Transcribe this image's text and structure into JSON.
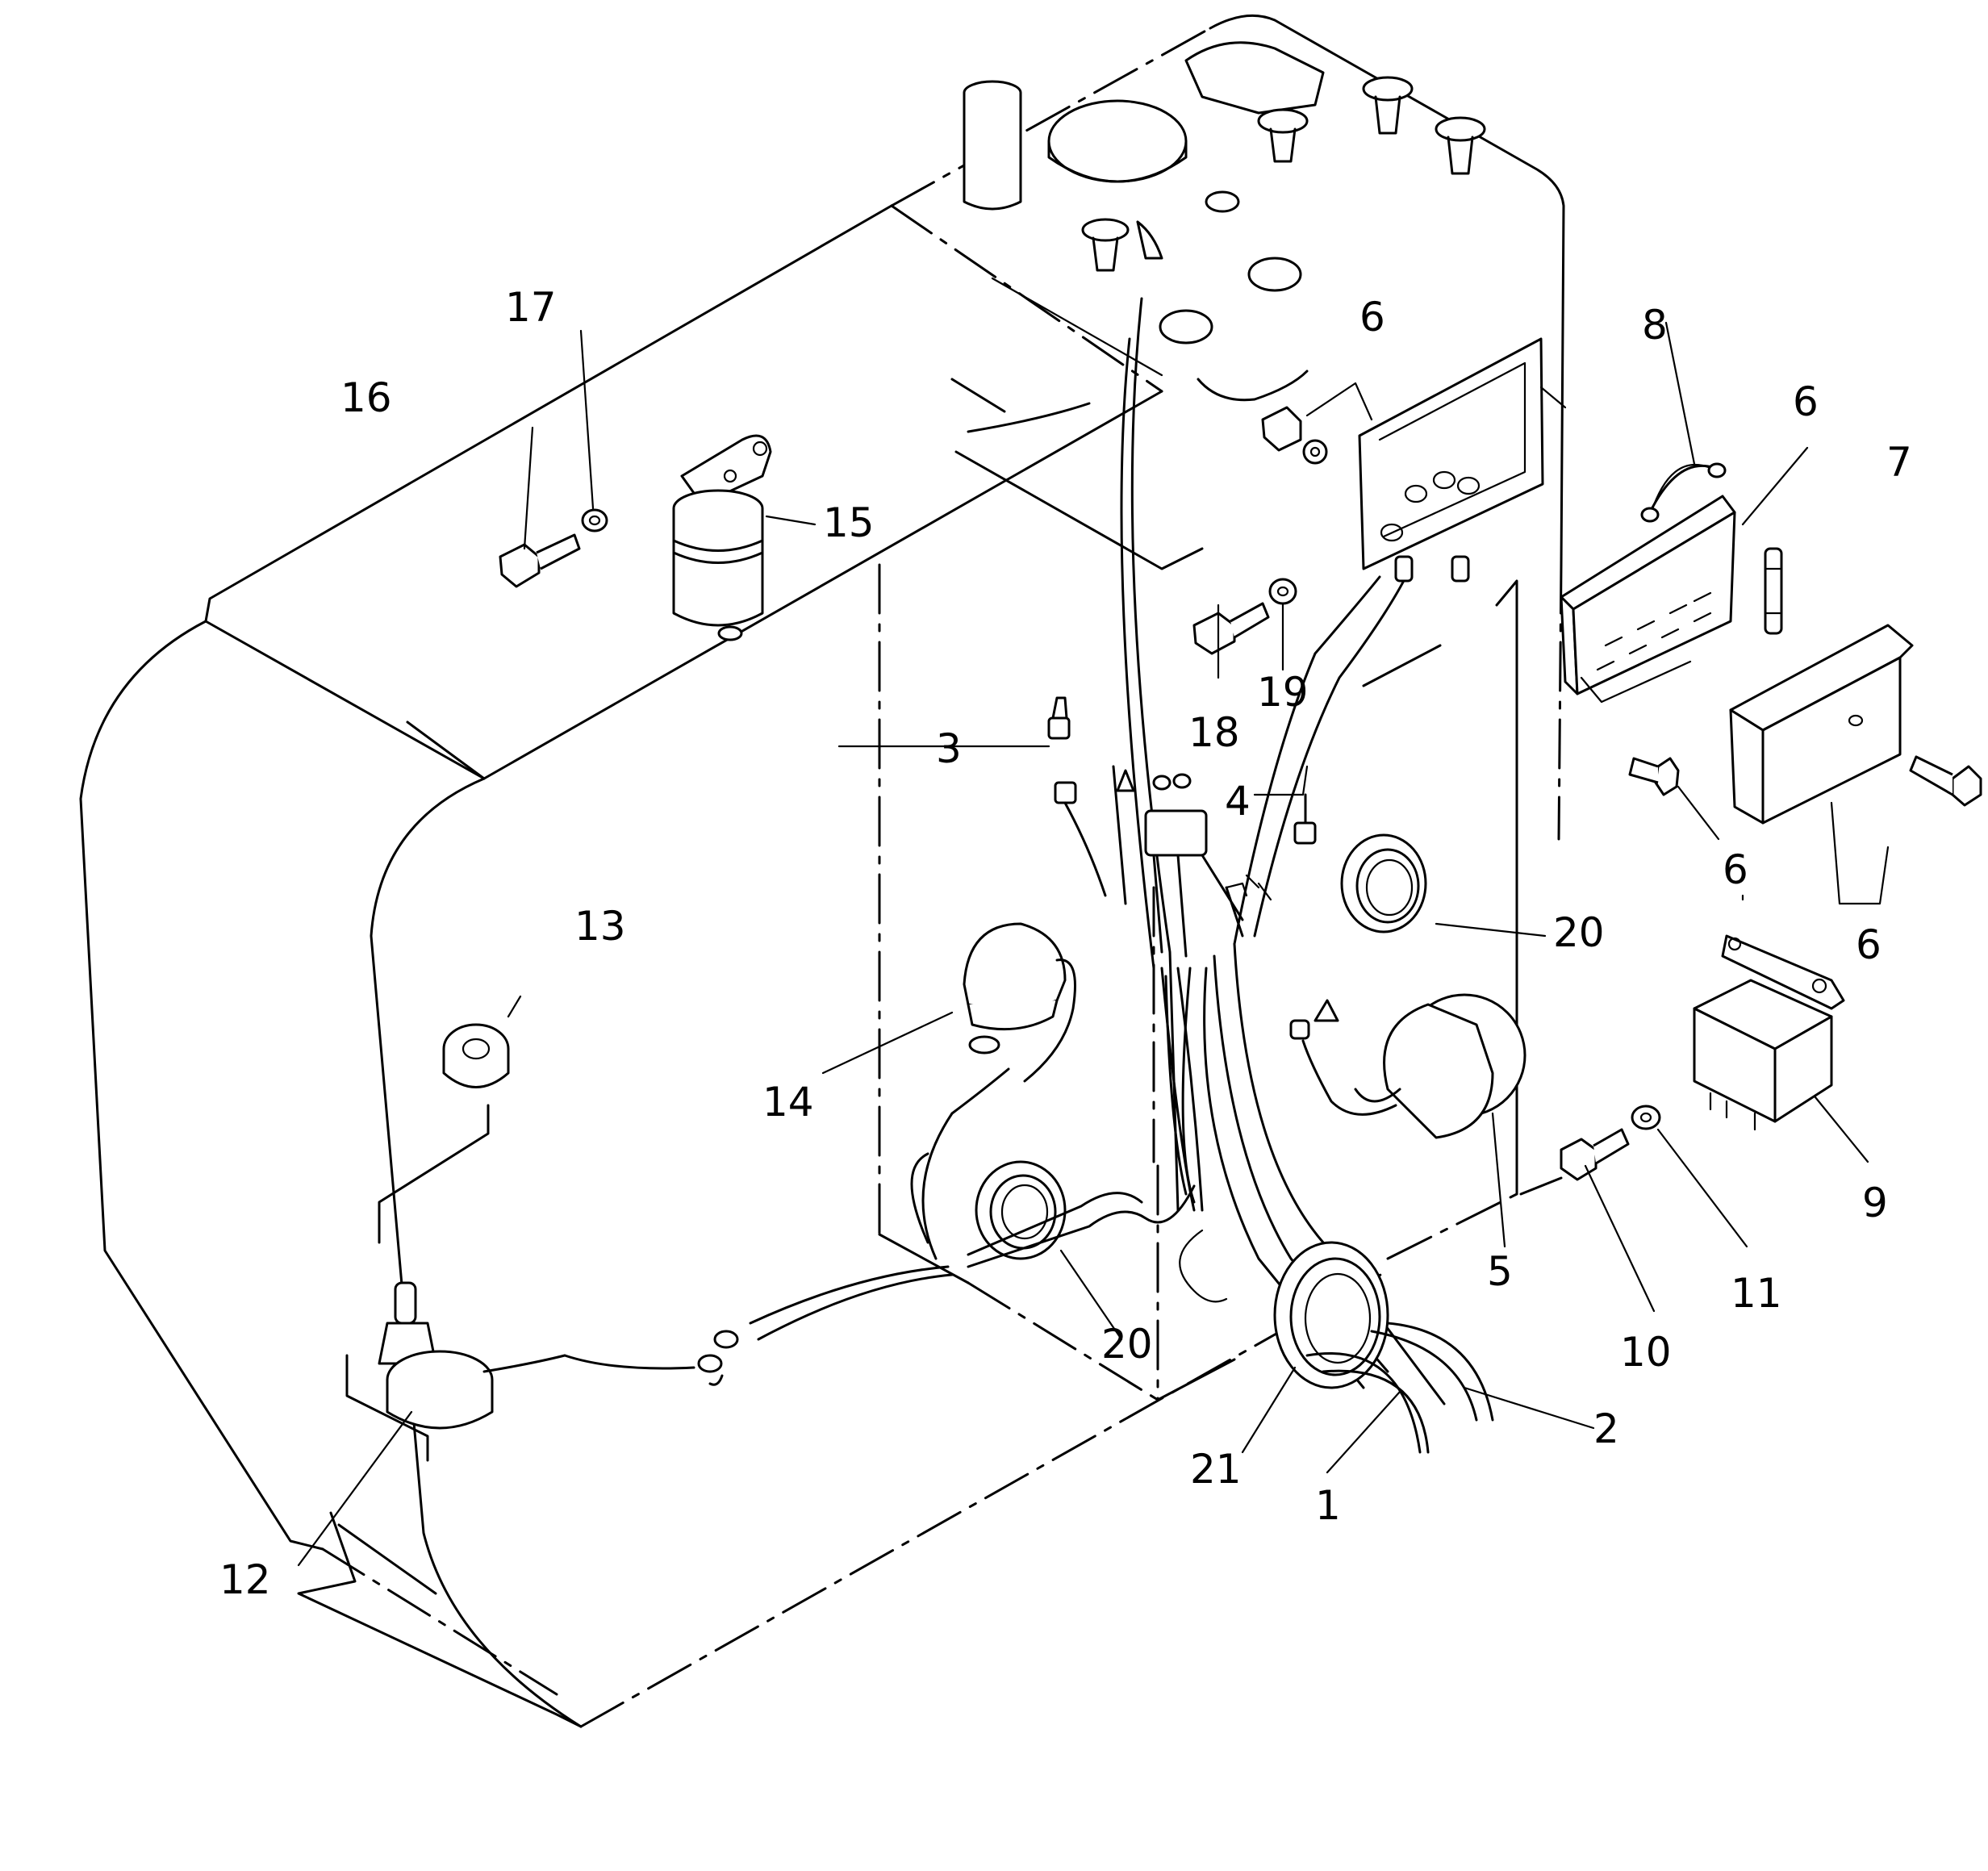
{
  "labels": {
    "p1": "1",
    "p2": "2",
    "p3": "3",
    "p4": "4",
    "p5": "5",
    "p6a": "6",
    "p6b": "6",
    "p6c": "6",
    "p6d": "6",
    "p7": "7",
    "p8": "8",
    "p9": "9",
    "p10": "10",
    "p11": "11",
    "p12": "12",
    "p13": "13",
    "p14": "14",
    "p15": "15",
    "p16": "16",
    "p17": "17",
    "p18": "18",
    "p19": "19",
    "p20a": "20",
    "p20b": "20",
    "p21": "21"
  }
}
